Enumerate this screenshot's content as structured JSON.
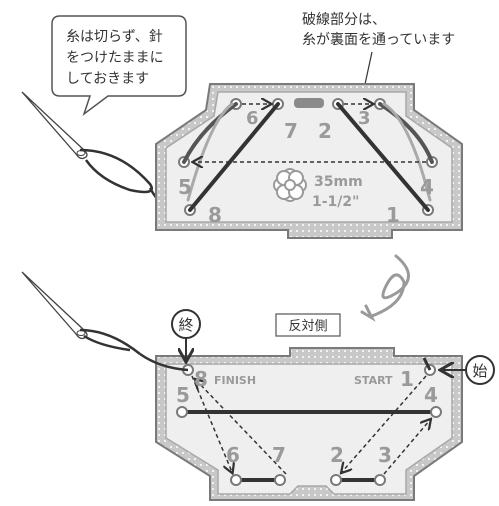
{
  "callouts": {
    "bubble_line1": "糸は切らず、針",
    "bubble_line2": "をつけたままに",
    "bubble_line3": "しておきます",
    "note_line1": "破線部分は、",
    "note_line2": "糸が裏面を通っています"
  },
  "front": {
    "size_line1": "35mm",
    "size_line2": "1-1/2\"",
    "numbers": [
      "1",
      "2",
      "3",
      "4",
      "5",
      "6",
      "7",
      "8"
    ]
  },
  "back": {
    "side_label": "反対側",
    "finish_label": "FINISH",
    "start_label": "START",
    "end_marker": "終",
    "start_marker": "始",
    "numbers": [
      "1",
      "2",
      "3",
      "4",
      "5",
      "6",
      "7",
      "8"
    ]
  },
  "colors": {
    "frame": "#7a7a7a",
    "panel": "#efefef",
    "thread": "#333333",
    "numbers": "#9a9a9a"
  }
}
